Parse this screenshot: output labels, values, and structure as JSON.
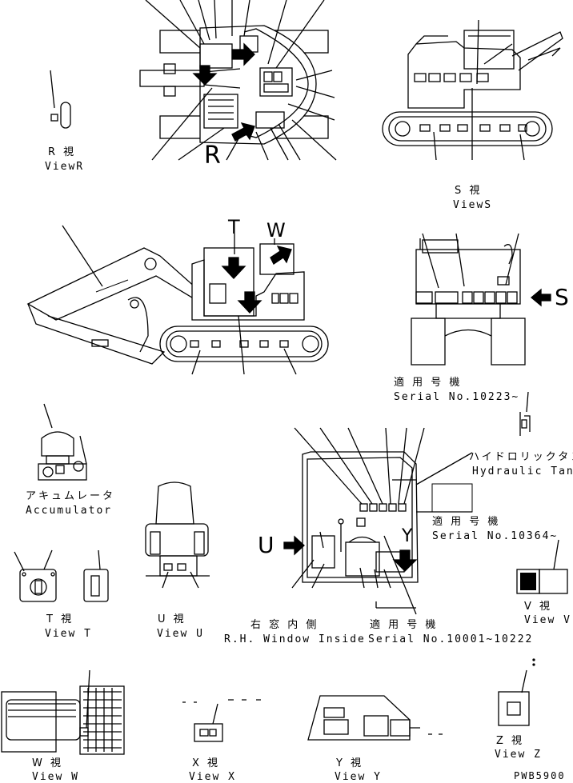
{
  "view_markers": {
    "R": "R",
    "T": "T",
    "W": "W",
    "S": "S",
    "U": "U",
    "Y": "Y"
  },
  "views": {
    "R": {
      "ja": "R 視",
      "en": "ViewR"
    },
    "S": {
      "ja": "S 視",
      "en": "ViewS"
    },
    "T": {
      "ja": "T 視",
      "en": "View T"
    },
    "U": {
      "ja": "U 視",
      "en": "View U"
    },
    "V": {
      "ja": "V 視",
      "en": "View V"
    },
    "W": {
      "ja": "W 視",
      "en": "View W"
    },
    "X": {
      "ja": "X 視",
      "en": "View X"
    },
    "Y": {
      "ja": "Y 視",
      "en": "View Y"
    },
    "Z": {
      "ja": "Z 視",
      "en": "View Z"
    }
  },
  "parts": {
    "accumulator_ja": "アキュムレータ",
    "accumulator_en": "Accumulator",
    "hydraulic_tank_ja": "ハイドロリックタンク",
    "hydraulic_tank_en": "Hydraulic Tank",
    "window_ja": "右 窓 内 側",
    "window_en": "R.H. Window Inside"
  },
  "serials": {
    "applicable_ja": "適 用 号 機",
    "s1_en": "Serial No.10223~",
    "s2_en": "Serial No.10364~",
    "s3_en": "Serial No.10001~10222"
  },
  "drawing_code": "PWB5900"
}
